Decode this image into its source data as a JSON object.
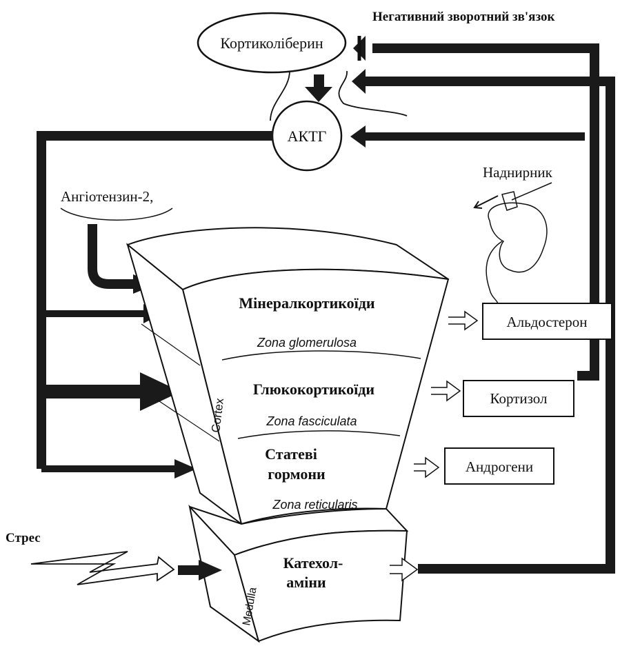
{
  "title": "Негативний зворотний зв'язок",
  "nodes": {
    "corticoliberin": "Кортиколіберин",
    "acth": "АКТГ",
    "angiotensin": "Ангіотензин-2,",
    "adrenal_gland": "Наднирник",
    "stress": "Стрес"
  },
  "cortex": {
    "label": "Cortex",
    "zones": [
      {
        "hormone_group": "Мінералкортикоїди",
        "zone": "Zona glomerulosa",
        "output": "Альдостерон"
      },
      {
        "hormone_group": "Глюкокортикоїди",
        "zone": "Zona fasciculata",
        "output": "Кортизол"
      },
      {
        "hormone_group_line1": "Статеві",
        "hormone_group_line2": "гормони",
        "zone": "Zona reticularis",
        "output": "Андрогени"
      }
    ]
  },
  "medulla": {
    "label": "Medulla",
    "hormone_line1": "Катехол-",
    "hormone_line2": "аміни"
  },
  "colors": {
    "arrow": "#1a1a1a",
    "line": "#111111",
    "background": "#ffffff"
  }
}
